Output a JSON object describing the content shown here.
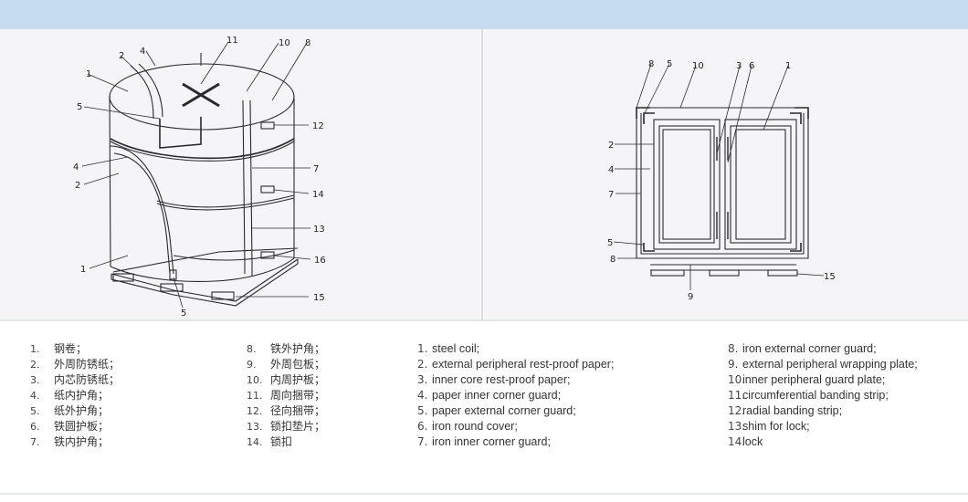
{
  "colors": {
    "header_bar": "#c5dcf1",
    "panel_bg": "#f5f5f7",
    "line": "#2a2a2a"
  },
  "coil_callouts": [
    {
      "id": "c-1a",
      "text": "1"
    },
    {
      "id": "c-2a",
      "text": "2"
    },
    {
      "id": "c-4a",
      "text": "4"
    },
    {
      "id": "c-11",
      "text": "11"
    },
    {
      "id": "c-10",
      "text": "10"
    },
    {
      "id": "c-8",
      "text": "8"
    },
    {
      "id": "c-5a",
      "text": "5"
    },
    {
      "id": "c-12",
      "text": "12"
    },
    {
      "id": "c-7",
      "text": "7"
    },
    {
      "id": "c-4b",
      "text": "4"
    },
    {
      "id": "c-2b",
      "text": "2"
    },
    {
      "id": "c-14",
      "text": "14"
    },
    {
      "id": "c-13",
      "text": "13"
    },
    {
      "id": "c-1b",
      "text": "1"
    },
    {
      "id": "c-16",
      "text": "16"
    },
    {
      "id": "c-15",
      "text": "15"
    },
    {
      "id": "c-5b",
      "text": "5"
    }
  ],
  "section_callouts": [
    {
      "id": "s-8a",
      "text": "8"
    },
    {
      "id": "s-5a",
      "text": "5"
    },
    {
      "id": "s-10",
      "text": "10"
    },
    {
      "id": "s-3",
      "text": "3"
    },
    {
      "id": "s-6",
      "text": "6"
    },
    {
      "id": "s-1",
      "text": "1"
    },
    {
      "id": "s-2",
      "text": "2"
    },
    {
      "id": "s-4",
      "text": "4"
    },
    {
      "id": "s-7",
      "text": "7"
    },
    {
      "id": "s-5b",
      "text": "5"
    },
    {
      "id": "s-8b",
      "text": "8"
    },
    {
      "id": "s-9",
      "text": "9"
    },
    {
      "id": "s-15",
      "text": "15"
    }
  ],
  "legend_cn_col1": [
    {
      "num": "1.",
      "text": "钢卷；"
    },
    {
      "num": "2.",
      "text": "外周防锈纸；"
    },
    {
      "num": "3.",
      "text": "内芯防锈纸；"
    },
    {
      "num": "4.",
      "text": "纸内护角；"
    },
    {
      "num": "5.",
      "text": "纸外护角；"
    },
    {
      "num": "6.",
      "text": "铁圆护板；"
    },
    {
      "num": "7.",
      "text": "铁内护角；"
    }
  ],
  "legend_cn_col2": [
    {
      "num": "8.",
      "text": "铁外护角；"
    },
    {
      "num": "9.",
      "text": "外周包板；"
    },
    {
      "num": "10.",
      "text": "内周护板；"
    },
    {
      "num": "11.",
      "text": "周向捆带；"
    },
    {
      "num": "12.",
      "text": "径向捆带；"
    },
    {
      "num": "13.",
      "text": "锁扣垫片；"
    },
    {
      "num": "14.",
      "text": "锁扣"
    }
  ],
  "legend_en_col1": [
    {
      "num": "1.",
      "text": "steel coil;"
    },
    {
      "num": "2.",
      "text": "external peripheral rest-proof paper;"
    },
    {
      "num": "3.",
      "text": "inner core rest-proof paper;"
    },
    {
      "num": "4.",
      "text": "paper inner corner guard;"
    },
    {
      "num": "5.",
      "text": "paper external corner guard;"
    },
    {
      "num": "6.",
      "text": "iron round cover;"
    },
    {
      "num": "7.",
      "text": "iron inner corner guard;"
    }
  ],
  "legend_en_col2": [
    {
      "num": "8.",
      "text": "iron external corner guard;"
    },
    {
      "num": "9.",
      "text": "external peripheral wrapping plate;"
    },
    {
      "num": "10.",
      "text": "inner peripheral guard plate;"
    },
    {
      "num": "11.",
      "text": "circumferential banding strip;"
    },
    {
      "num": "12.",
      "text": "radial banding strip;"
    },
    {
      "num": "13.",
      "text": "shim for lock;"
    },
    {
      "num": "14.",
      "text": "lock"
    }
  ]
}
